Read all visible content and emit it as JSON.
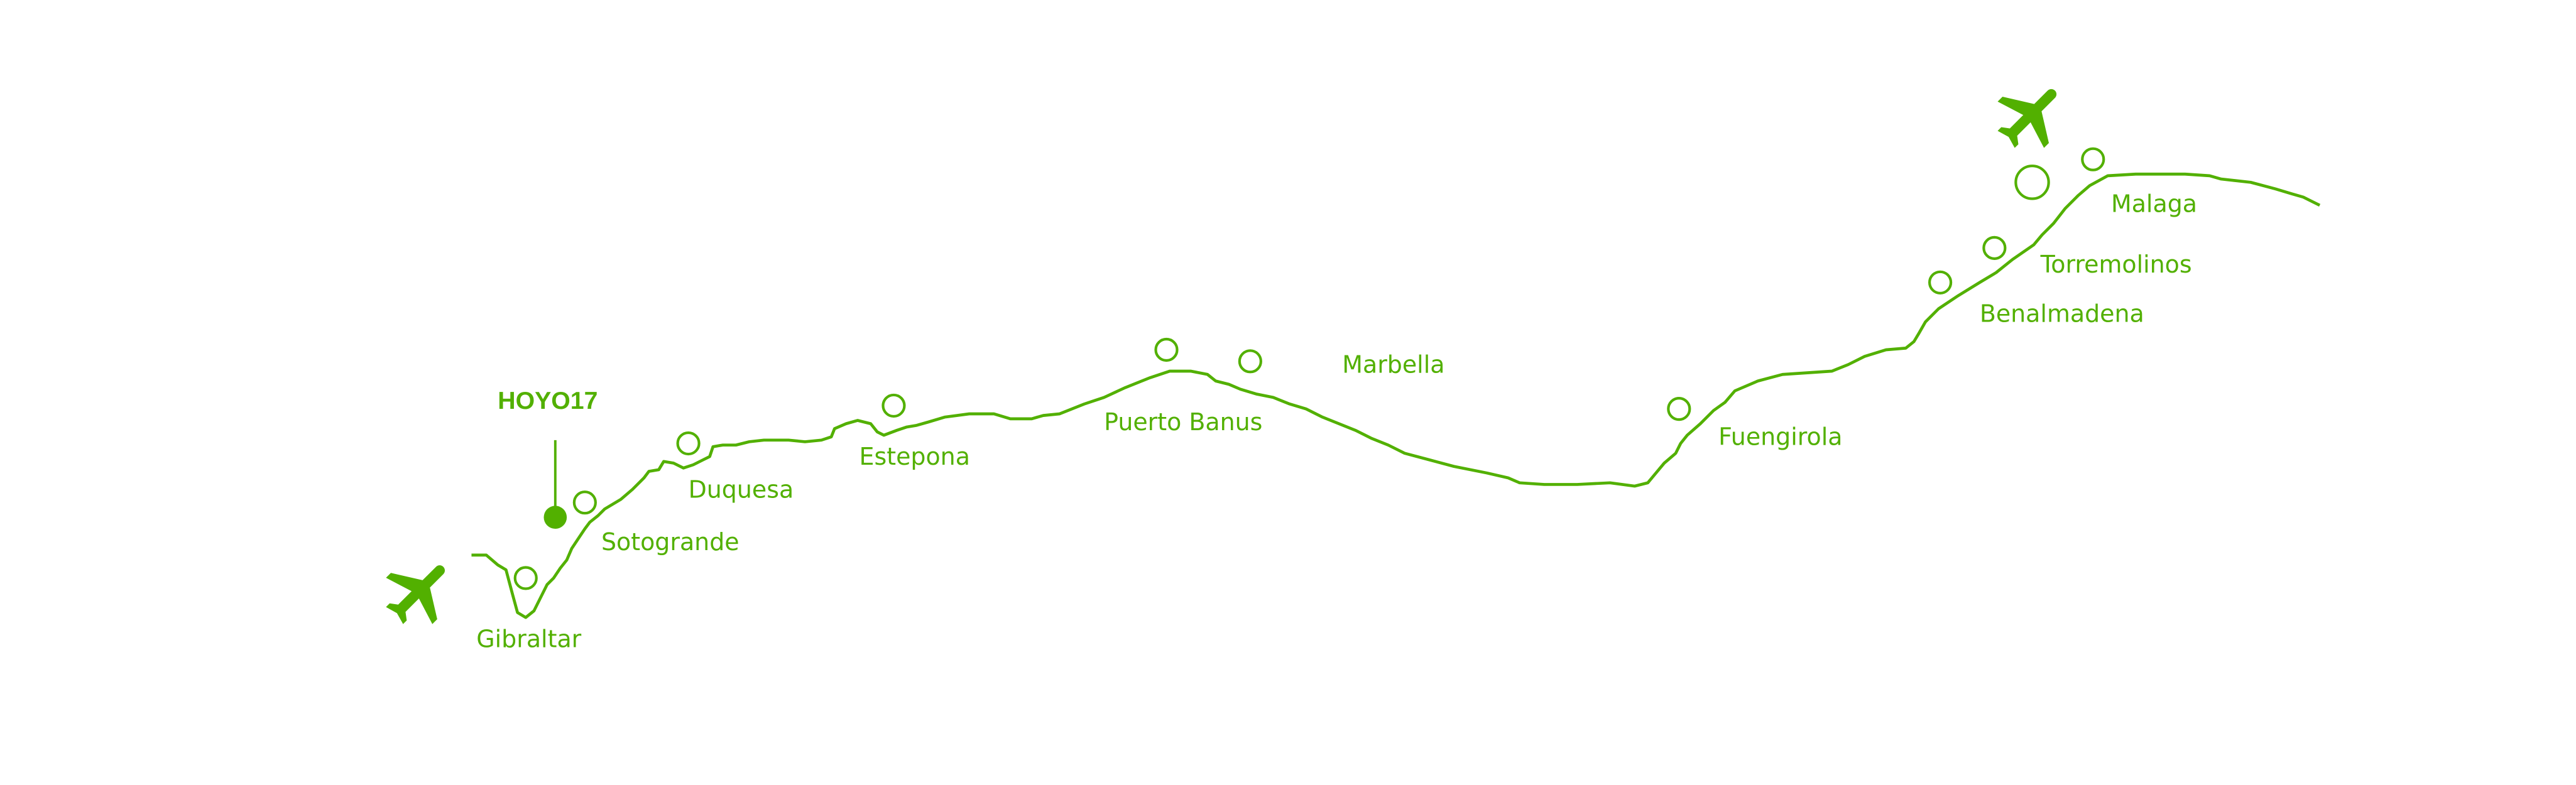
{
  "colors": {
    "accent": "#52b000",
    "background": "#ffffff"
  },
  "marker": {
    "label": "HOYO17"
  },
  "icons": [
    "airplane-icon",
    "airplane-icon"
  ],
  "towns": [
    {
      "name": "Gibraltar"
    },
    {
      "name": "Sotogrande"
    },
    {
      "name": "Duquesa"
    },
    {
      "name": "Estepona"
    },
    {
      "name": "Puerto Banus"
    },
    {
      "name": "Marbella"
    },
    {
      "name": "Fuengirola"
    },
    {
      "name": "Benalmadena"
    },
    {
      "name": "Torremolinos"
    },
    {
      "name": "Malaga"
    }
  ]
}
